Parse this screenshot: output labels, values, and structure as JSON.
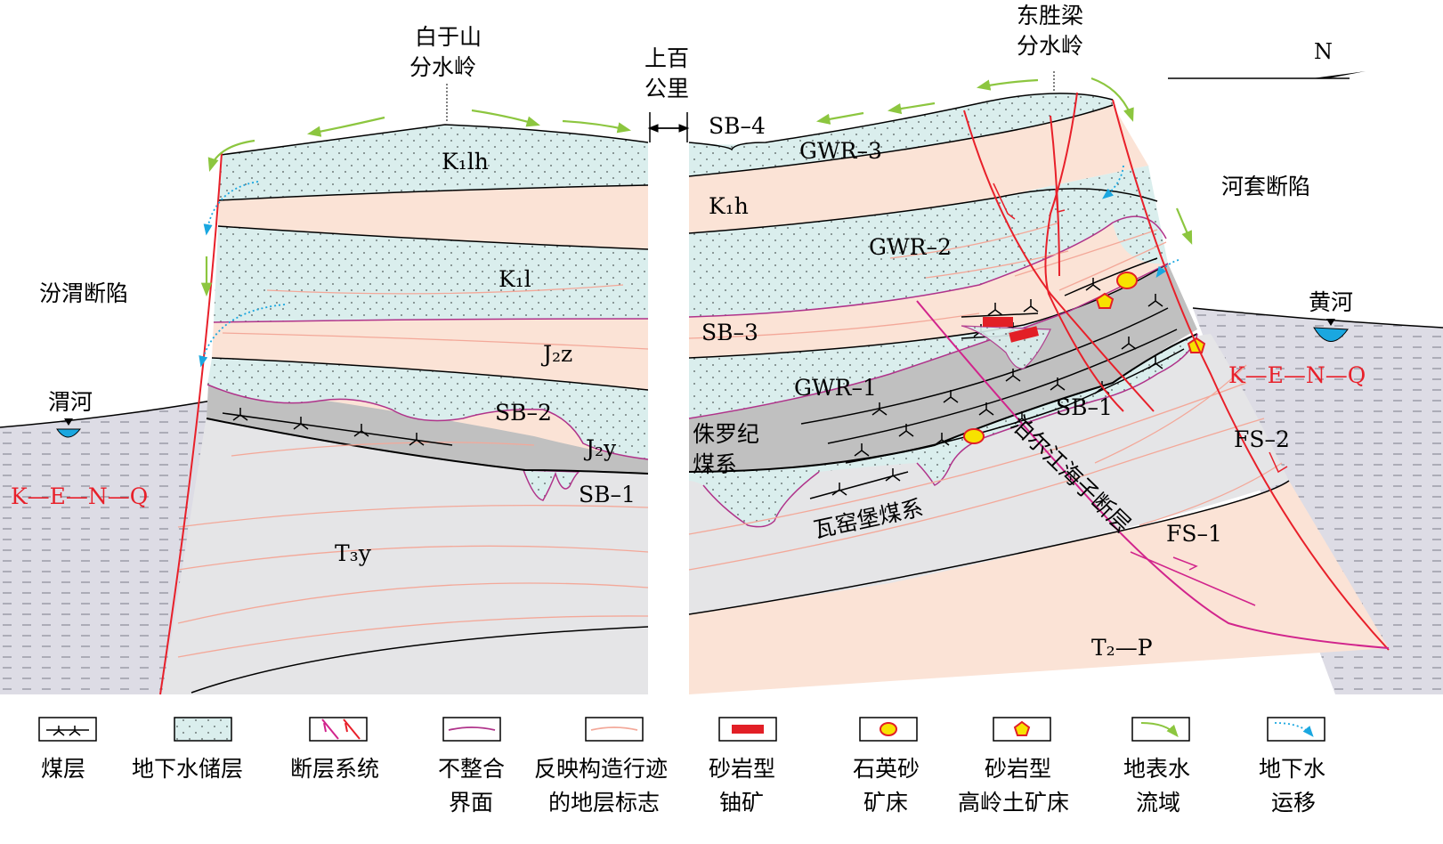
{
  "places": {
    "baiyu": [
      "白于山",
      "分水岭"
    ],
    "dongsheng": [
      "东胜梁",
      "分水岭"
    ],
    "gap": [
      "上百",
      "公里"
    ],
    "north": "N",
    "fenwei": "汾渭断陷",
    "weihe": "渭河",
    "hetao": "河套断陷",
    "huanghe": "黄河"
  },
  "strata": {
    "k1lh": "K₁lh",
    "k1l": "K₁l",
    "j2z": "J₂z",
    "j2y": "J₂y",
    "t3y": "T₃y",
    "k1h": "K₁h",
    "t2p": "T₂—P",
    "kenq_left": "K—E—N—Q",
    "kenq_right": "K—E—N—Q"
  },
  "units": {
    "sb4": "SB–4",
    "sb3": "SB–3",
    "sb2": "SB–2",
    "sb1_left": "SB–1",
    "sb1_right": "SB–1",
    "gwr3": "GWR–3",
    "gwr2": "GWR–2",
    "gwr1": "GWR–1",
    "fs1": "FS–1",
    "fs2": "FS–2"
  },
  "labels": {
    "jurassic": [
      "侏罗纪",
      "煤系"
    ],
    "wayaobao": "瓦窑堡煤系",
    "fault": "泊尔江海子断层"
  },
  "legend": [
    {
      "key": "coal",
      "lines": [
        "煤层"
      ]
    },
    {
      "key": "aquifer",
      "lines": [
        "地下水储层"
      ]
    },
    {
      "key": "fault",
      "lines": [
        "断层系统"
      ]
    },
    {
      "key": "unconformity",
      "lines": [
        "不整合",
        "界面"
      ]
    },
    {
      "key": "marker",
      "lines": [
        "反映构造行迹",
        "的地层标志"
      ]
    },
    {
      "key": "uranium",
      "lines": [
        "砂岩型",
        "铀矿"
      ]
    },
    {
      "key": "quartz",
      "lines": [
        "石英砂",
        "矿床"
      ]
    },
    {
      "key": "kaolin",
      "lines": [
        "砂岩型",
        "高岭土矿床"
      ]
    },
    {
      "key": "surface",
      "lines": [
        "地表水",
        "流域"
      ]
    },
    {
      "key": "ground",
      "lines": [
        "地下水",
        "运移"
      ]
    }
  ],
  "colors": {
    "aquifer": "#daeeed",
    "pink": "#fbe3d6",
    "gray_layer": "#c0c0c0",
    "light_gray": "#e5e5e7",
    "basin": "#dddce5",
    "fault_red": "#e8202a",
    "magenta": "#b0338a",
    "marker": "#f3a899",
    "green_arrow": "#8cc63f",
    "blue_arrow": "#1aa7e0",
    "uranium": "#e21f26",
    "ore_yellow": "#f7e200"
  }
}
